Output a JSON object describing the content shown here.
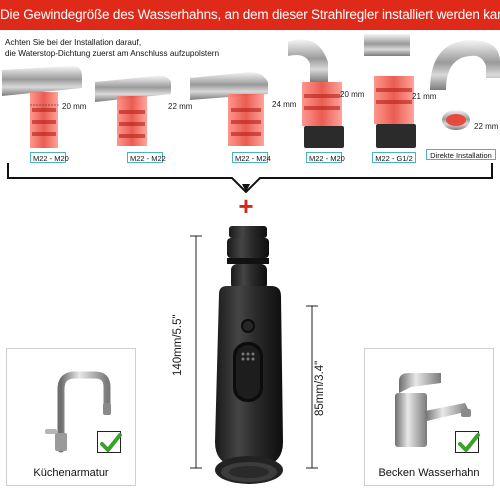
{
  "banner": {
    "text": "Die Gewindegröße des Wasserhahns, an dem dieser Strahlregler installiert werden kann"
  },
  "note": {
    "line1": "Achten Sie bei der Installation darauf,",
    "line2": "die Waterstop-Dichtung zuerst am Anschluss aufzupolstern"
  },
  "faucets": [
    {
      "size": "20 mm",
      "type": "M22 - M20"
    },
    {
      "size": "22 mm",
      "type": "M22 - M22"
    },
    {
      "size": "24 mm",
      "type": "M22 - M24"
    },
    {
      "size": "20 mm",
      "type": "M22 - M20"
    },
    {
      "size": "21 mm",
      "type": "M22 - G1/2"
    },
    {
      "size": "22 mm",
      "type": "Direkte Installation"
    }
  ],
  "plus_symbol": "+",
  "dimensions": {
    "total": "140mm/5.5\"",
    "body": "85mm/3.4\""
  },
  "compat": {
    "left_label": "Küchenarmatur",
    "right_label": "Becken Wasserhahn",
    "check_icon": "check-icon"
  },
  "colors": {
    "banner": "#df2a1a",
    "accent_red": "#d7261b",
    "check_green": "#3aa12b",
    "label_border": "#4ab2c0"
  }
}
